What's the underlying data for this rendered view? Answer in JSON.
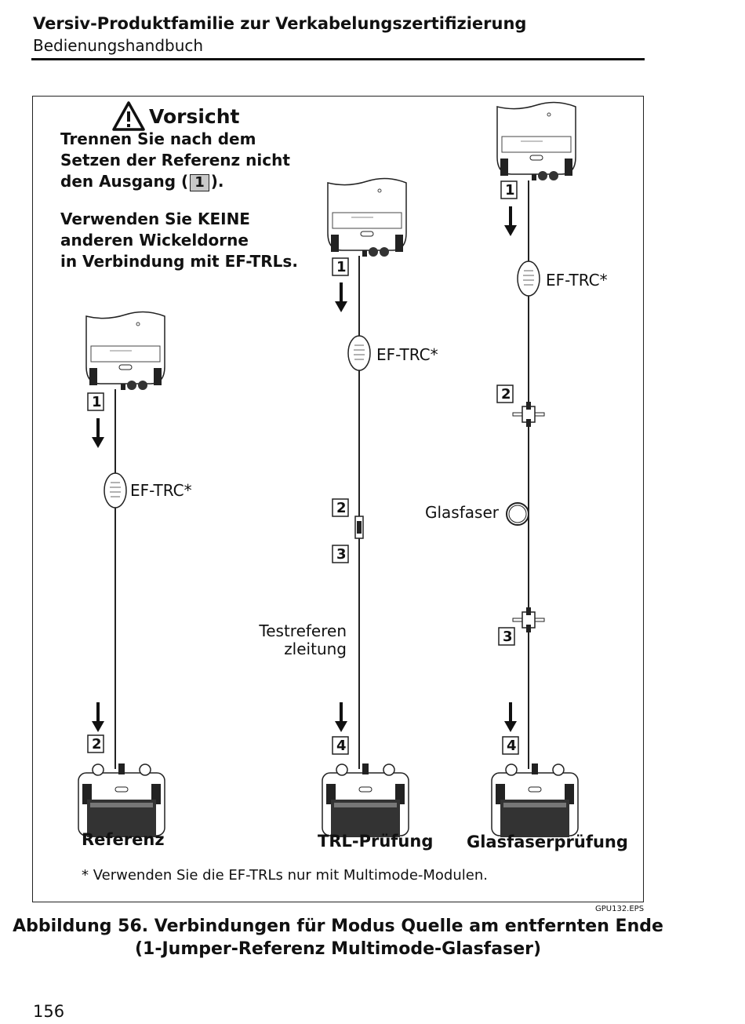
{
  "header": {
    "title": "Versiv-Produktfamilie zur Verkabelungszertifizierung",
    "subtitle": "Bedienungshandbuch"
  },
  "caution": {
    "heading": "Vorsicht",
    "line1": "Trennen Sie nach dem",
    "line2": "Setzen der Referenz nicht",
    "line3_before": "den Ausgang (",
    "line3_box": "1",
    "line3_after": ").",
    "line4": "Verwenden Sie KEINE",
    "line5": "anderen Wickeldorne",
    "line6": "in Verbindung mit EF-TRLs."
  },
  "diagram": {
    "trc_label": "EF-TRC*",
    "glasfaser_label": "Glasfaser",
    "testref_line1": "Testreferen",
    "testref_line2": "zleitung",
    "steps": {
      "ref1": "1",
      "ref2": "2",
      "trl1": "1",
      "trl2": "2",
      "trl3": "3",
      "trl4": "4",
      "gf1": "1",
      "gf2": "2",
      "gf3": "3",
      "gf4": "4"
    },
    "captions": {
      "referenz": "Referenz",
      "trl": "TRL-Prüfung",
      "glasfaser": "Glasfaserprüfung"
    },
    "note": "* Verwenden Sie die EF-TRLs nur mit Multimode-Modulen.",
    "filename": "GPU132.EPS"
  },
  "figure_caption": {
    "line1": "Abbildung 56. Verbindungen für Modus Quelle am entfernten Ende",
    "line2": "(1-Jumper-Referenz Multimode-Glasfaser)"
  },
  "page_number": "156"
}
